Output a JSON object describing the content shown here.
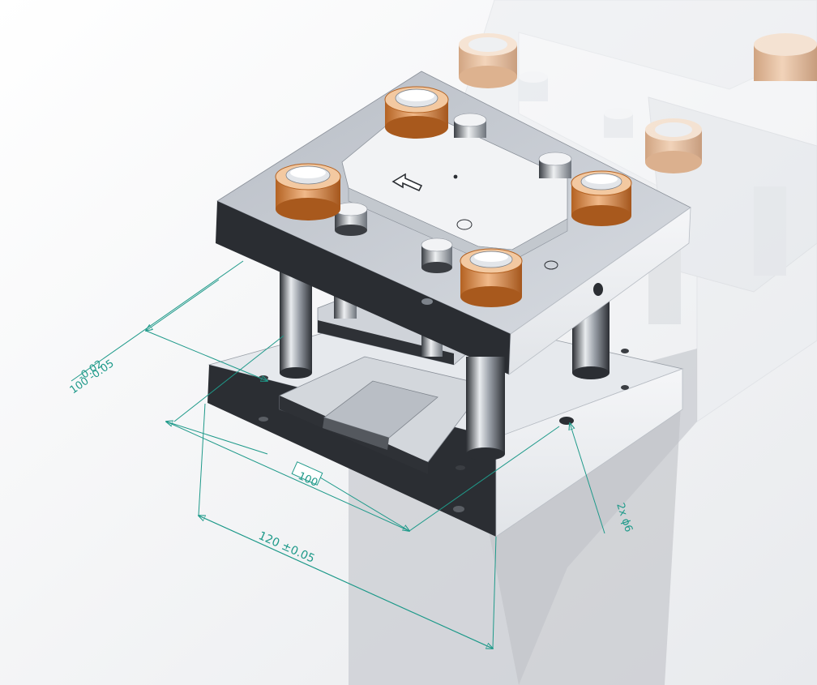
{
  "scene": {
    "background_color": "#f3f4f6",
    "dimension_color": "#1f9a8a",
    "copper_color": "#c97a3a",
    "steel_color": "#d9dde3",
    "shadow_color": "#c9ccd1"
  },
  "dimensions": {
    "width_top_upper": "-0.02",
    "width_top_lower": "100 -0.05",
    "inner_width": "100",
    "outer_width": "120 ±0.05",
    "hole_callout": "2x ϕ6"
  },
  "part_labels": {
    "feed_arrow": "feed-direction-arrow-icon"
  }
}
